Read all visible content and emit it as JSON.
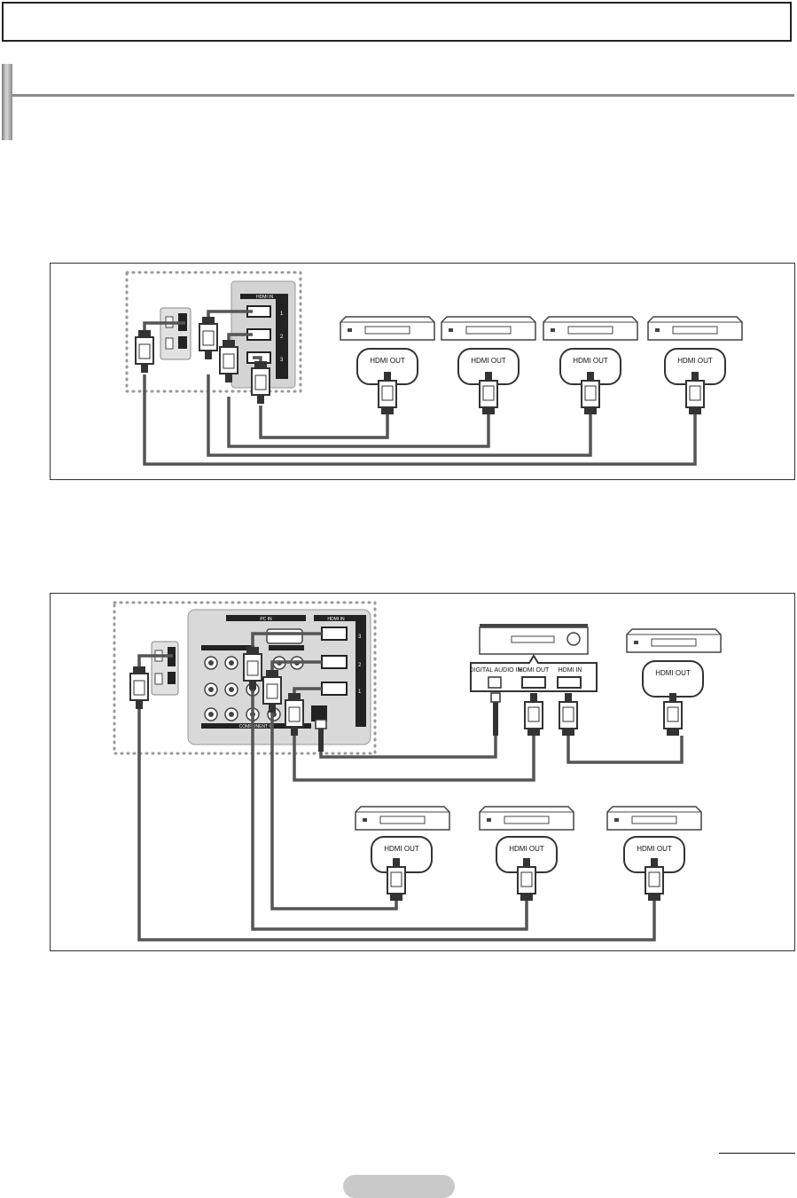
{
  "page": {
    "header_title": "",
    "section_title": "",
    "page_number": ""
  },
  "figure1": {
    "tv_panel": {
      "hdmi_in_label": "HDMI IN",
      "port_labels": [
        "1",
        "2",
        "3"
      ]
    },
    "device_label": "HDMI OUT",
    "device_count": 4
  },
  "figure2": {
    "tv_panel": {
      "pc_in_label": "PC IN",
      "hdmi_in_label": "HDMI IN",
      "component_in_label": "COMPONENT IN",
      "port_labels": [
        "1",
        "2",
        "3"
      ]
    },
    "receiver": {
      "digital_audio_in": "DIGITAL AUDIO IN",
      "hdmi_out": "HDMI OUT",
      "hdmi_in": "HDMI IN"
    },
    "device_label": "HDMI OUT",
    "bottom_device_count": 3
  },
  "icons": [
    "tv-rear-panel-icon",
    "hdmi-plug-icon",
    "bd-player-icon",
    "av-receiver-icon",
    "optical-plug-icon"
  ]
}
